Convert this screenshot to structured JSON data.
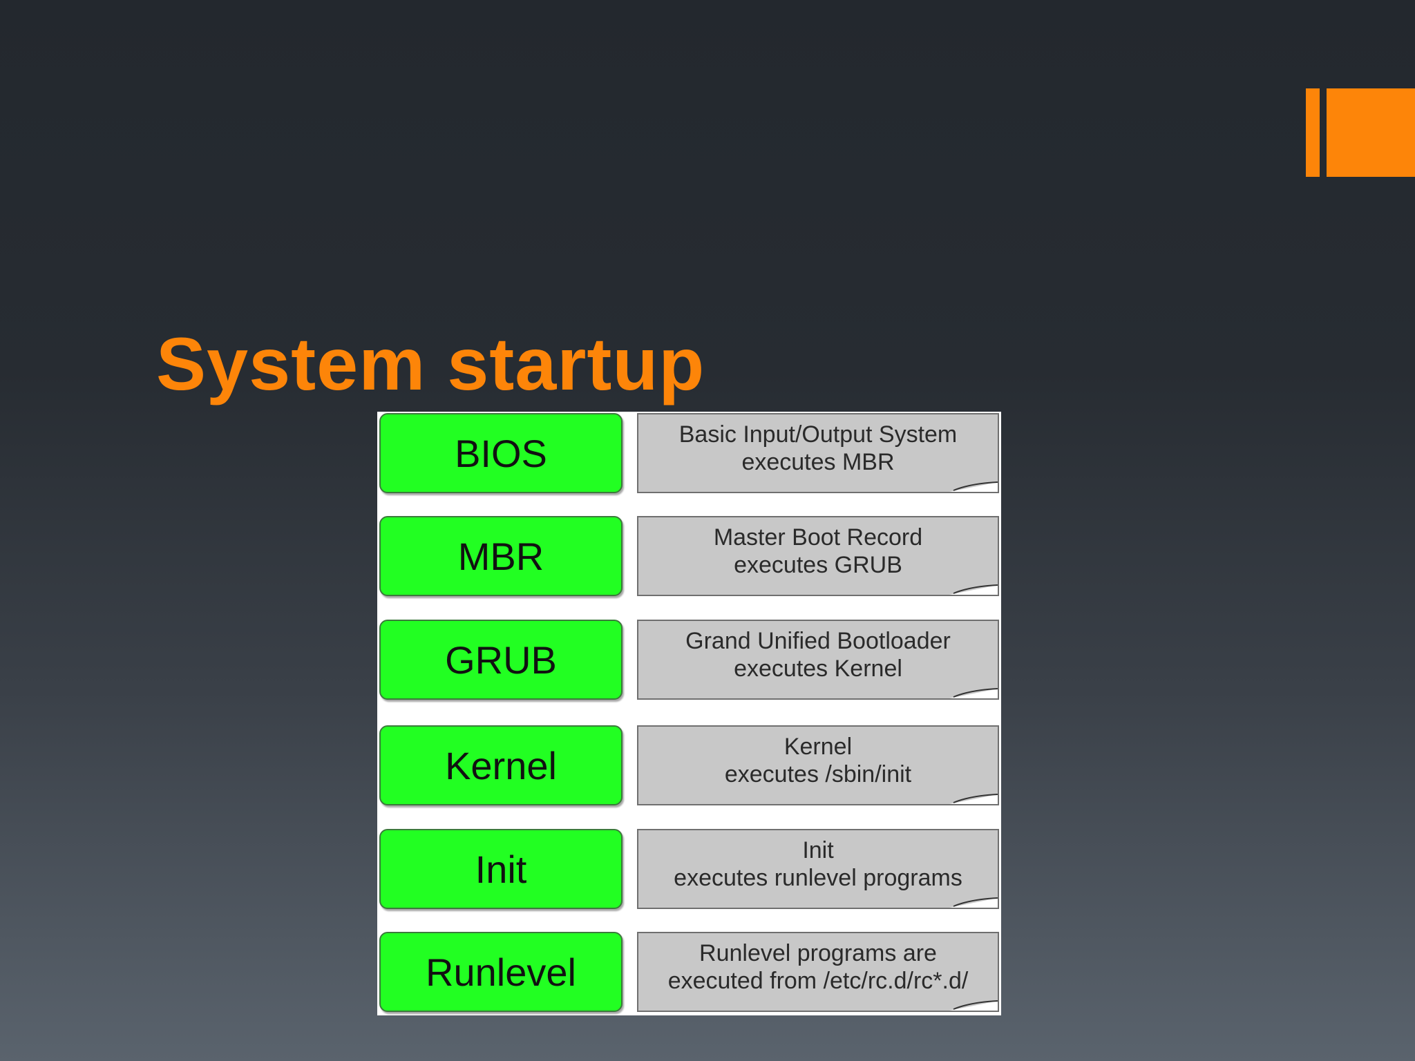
{
  "slide": {
    "title": "System startup"
  },
  "colors": {
    "accent": "#fd8509",
    "stage_fill": "#22ff22",
    "description_fill": "#c8c8c8"
  },
  "diagram": {
    "stages": [
      {
        "label": "BIOS",
        "description": "Basic Input/Output System\nexecutes MBR"
      },
      {
        "label": "MBR",
        "description": "Master Boot Record\nexecutes GRUB"
      },
      {
        "label": "GRUB",
        "description": "Grand Unified Bootloader\nexecutes Kernel"
      },
      {
        "label": "Kernel",
        "description": "Kernel\nexecutes /sbin/init"
      },
      {
        "label": "Init",
        "description": "Init\nexecutes runlevel programs"
      },
      {
        "label": "Runlevel",
        "description": "Runlevel programs are\nexecuted from /etc/rc.d/rc*.d/"
      }
    ]
  }
}
